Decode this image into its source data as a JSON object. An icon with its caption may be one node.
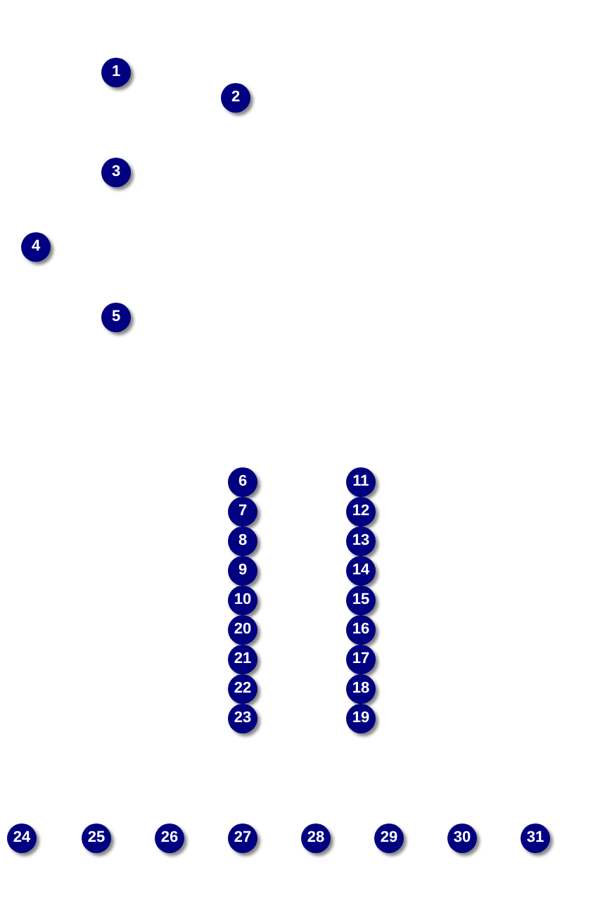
{
  "diagram": {
    "nodes": [
      {
        "text": [
          "1"
        ]
      },
      {
        "text": [
          "2"
        ]
      },
      {
        "text": [
          "3"
        ]
      },
      {
        "text": [
          "4"
        ]
      },
      {
        "text": [
          "5"
        ]
      },
      {
        "text": [
          "6"
        ]
      },
      {
        "text": [
          "7"
        ]
      },
      {
        "text": [
          "8"
        ]
      },
      {
        "text": [
          "9"
        ]
      },
      {
        "text": [
          "10"
        ]
      },
      {
        "text": [
          "11"
        ]
      },
      {
        "text": [
          "12"
        ]
      },
      {
        "text": [
          "13"
        ]
      },
      {
        "text": [
          "14"
        ]
      },
      {
        "text": [
          "15"
        ]
      },
      {
        "text": [
          "16"
        ]
      },
      {
        "text": [
          "17"
        ]
      },
      {
        "text": [
          "18"
        ]
      },
      {
        "text": [
          "19"
        ]
      },
      {
        "text": [
          "20"
        ]
      },
      {
        "text": [
          "21"
        ]
      },
      {
        "text": [
          "22"
        ]
      },
      {
        "text": [
          "23"
        ]
      },
      {
        "text": [
          "24"
        ]
      },
      {
        "text": [
          "25"
        ]
      },
      {
        "text": [
          "26"
        ]
      },
      {
        "text": [
          "27"
        ]
      },
      {
        "text": [
          "28"
        ]
      },
      {
        "text": [
          "29"
        ]
      },
      {
        "text": [
          "30"
        ]
      },
      {
        "text": [
          "31"
        ]
      }
    ]
  }
}
